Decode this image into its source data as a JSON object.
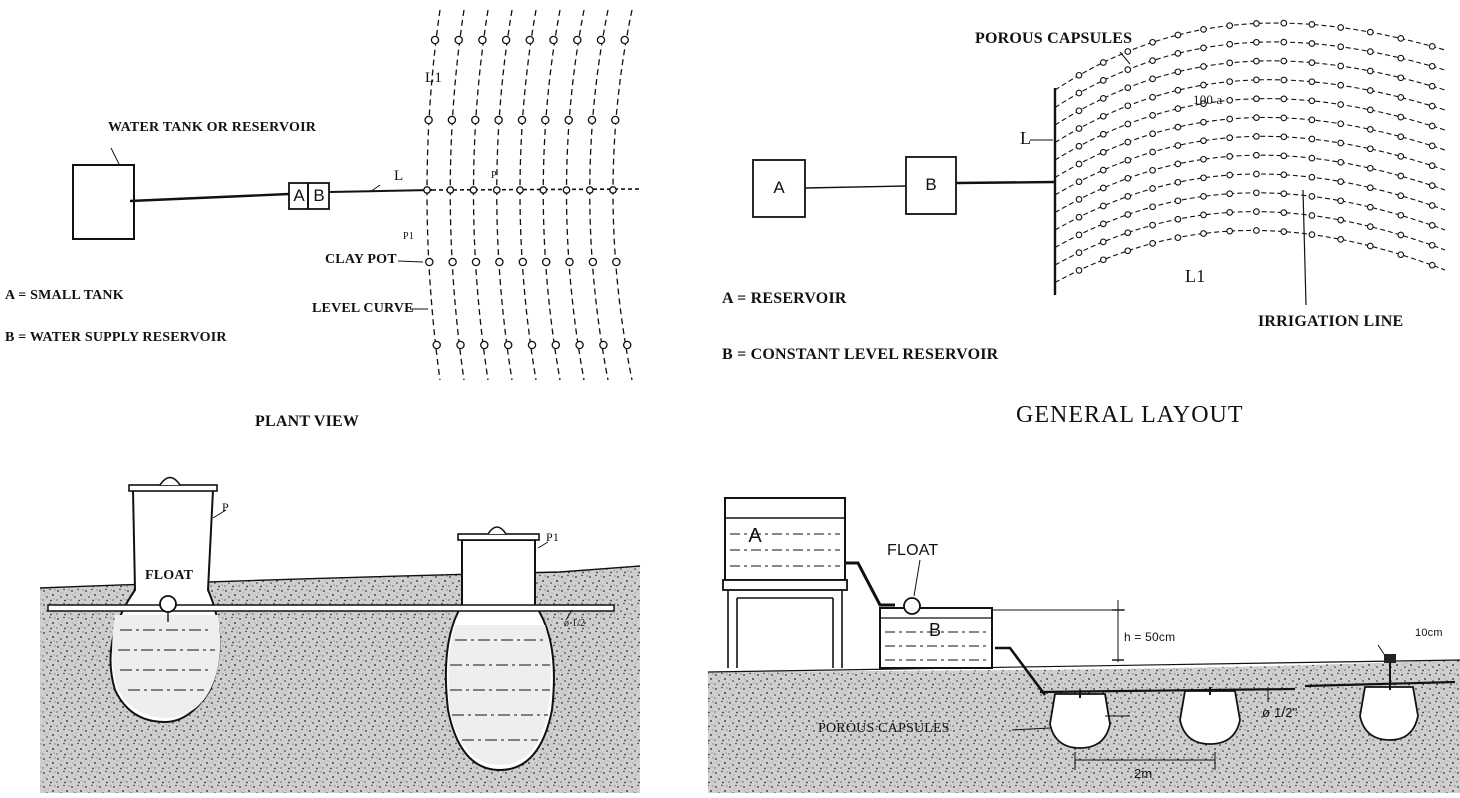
{
  "plant_view": {
    "water_tank_label": "WATER TANK OR RESERVOIR",
    "box_a": "A",
    "box_b": "B",
    "line_l": "L",
    "line_l1": "L1",
    "point_p": "P",
    "point_p1": "P1",
    "clay_pot_label": "CLAY POT",
    "level_curve_label": "LEVEL CURVE",
    "legend_a": "A = SMALL TANK",
    "legend_b": "B = WATER SUPPLY RESERVOIR",
    "title": "PLANT VIEW"
  },
  "general_layout": {
    "porous_capsules_label": "POROUS CAPSULES",
    "box_a": "A",
    "box_b": "B",
    "line_l": "L",
    "line_l1": "L1",
    "spacing_label": "100 a",
    "irrigation_line_label": "IRRIGATION LINE",
    "legend_a": "A = RESERVOIR",
    "legend_b": "B = CONSTANT LEVEL RESERVOIR",
    "title": "GENERAL LAYOUT"
  },
  "section_pots": {
    "float_label": "FLOAT",
    "pot_p": "P",
    "pot_p1": "P1",
    "pipe_size": "ø 1/2"
  },
  "section_capsules": {
    "tank_a": "A",
    "tank_b": "B",
    "float_label": "FLOAT",
    "head_label": "h = 50cm",
    "depth_label": "10cm",
    "pipe_size": "ø 1/2\"",
    "porous_capsules_label": "POROUS CAPSULES",
    "spacing_label": "2m"
  }
}
